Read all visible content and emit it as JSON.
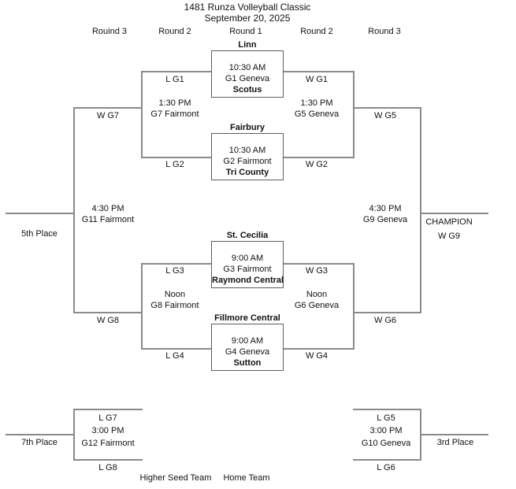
{
  "header": {
    "title": "1481 Runza Volleyball Classic",
    "date": "September 20, 2025"
  },
  "round_headers": [
    "Rouind 3",
    "Round 2",
    "Round 1",
    "Round 2",
    "Round 3"
  ],
  "round1": {
    "game1": {
      "higher_seed": "Linn",
      "time": "10:30 AM",
      "game": "G1 Geneva",
      "home_team": "Scotus"
    },
    "game2": {
      "higher_seed": "Fairbury",
      "time": "10:30 AM",
      "game": "G2 Fairmont",
      "home_team": "Tri County"
    },
    "game3": {
      "higher_seed": "St. Cecilia",
      "time": "9:00 AM",
      "game": "G3 Fairmont",
      "home_team": "Raymond Central"
    },
    "game4": {
      "higher_seed": "Fillmore Central",
      "time": "9:00 AM",
      "game": "G4 Geneva",
      "home_team": "Sutton"
    }
  },
  "feeders": {
    "l_g1": "L G1",
    "w_g1": "W G1",
    "l_g2": "L G2",
    "w_g2": "W G2",
    "l_g3": "L G3",
    "w_g3": "W G3",
    "l_g4": "L G4",
    "w_g4": "W G4"
  },
  "round2": {
    "consolation_top": {
      "time": "1:30 PM",
      "game": "G7 Fairmont",
      "winner": "W G7"
    },
    "winners_top": {
      "time": "1:30 PM",
      "game": "G5 Geneva",
      "winner": "W G5"
    },
    "consolation_bottom": {
      "time": "Noon",
      "game": "G8 Fairmont",
      "winner": "W G8"
    },
    "winners_bottom": {
      "time": "Noon",
      "game": "G6 Geneva",
      "winner": "W G6"
    }
  },
  "round3": {
    "fifth_place": {
      "time": "4:30 PM",
      "game": "G11 Fairmont",
      "place": "5th Place"
    },
    "championship": {
      "time": "4:30 PM",
      "game": "G9 Geneva",
      "champion_label": "CHAMPION",
      "champion": "W G9"
    }
  },
  "seventh_place": {
    "top_feed": "L G7",
    "time": "3:00 PM",
    "game": "G12 Fairmont",
    "bottom_feed": "L G8",
    "place": "7th Place"
  },
  "third_place": {
    "top_feed": "L G5",
    "time": "3:00 PM",
    "game": "G10 Geneva",
    "bottom_feed": "L G6",
    "place": "3rd Place"
  },
  "legend": {
    "higher_seed": "Higher Seed Team",
    "home_team": "Home Team"
  },
  "colors": {
    "bracket_line": "#8a8a8a",
    "box_border": "#5d5d5d",
    "text": "#111111"
  }
}
